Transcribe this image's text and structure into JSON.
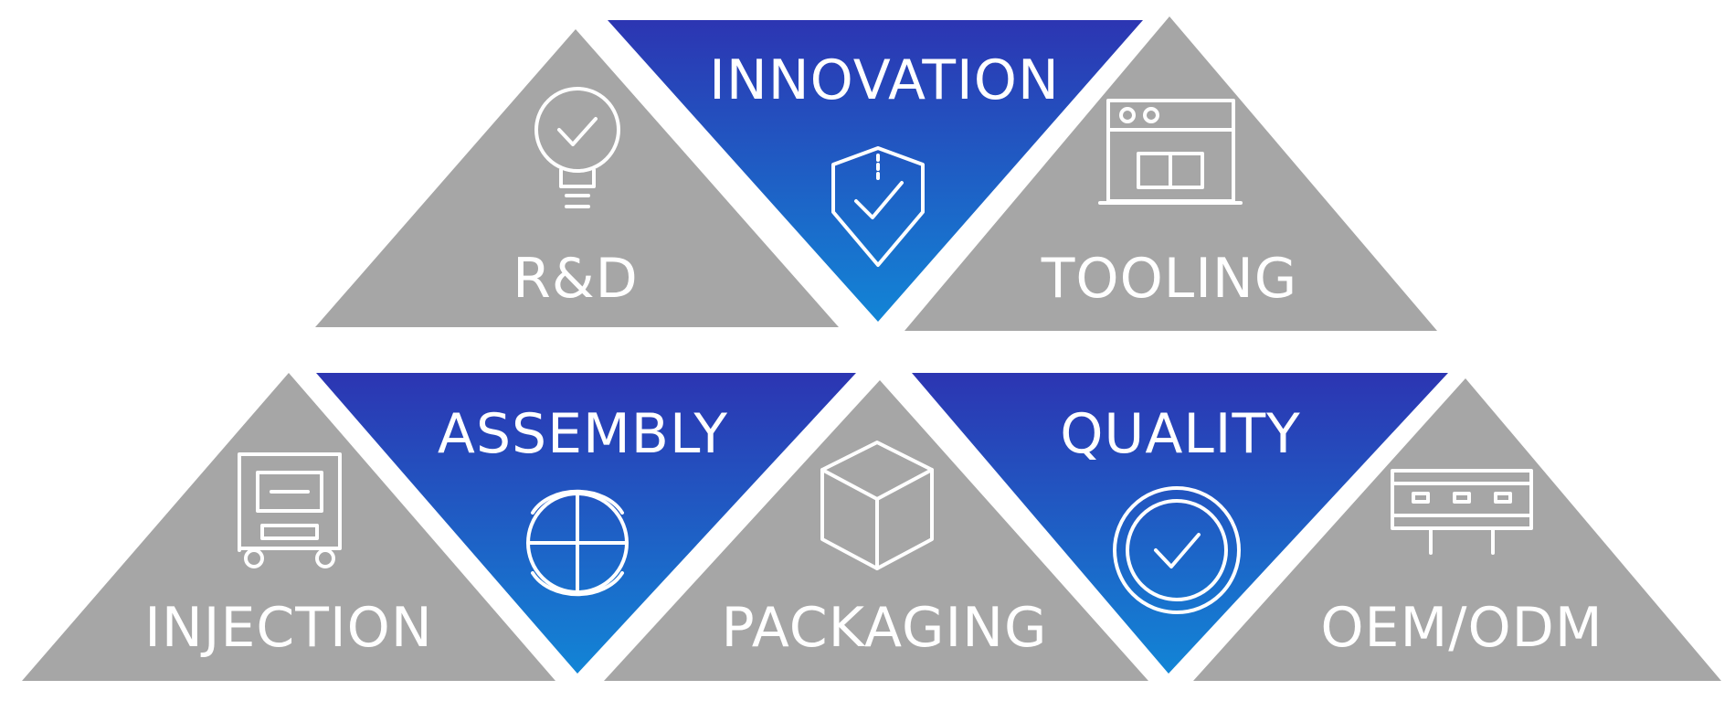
{
  "colors": {
    "gray": "#a6a6a6",
    "blue_top": "#2c35b2",
    "blue_bottom": "#1285d6",
    "icon": "#ffffff"
  },
  "row1": {
    "rd": {
      "label": "R&D",
      "icon": "lightbulb-check-icon"
    },
    "innovation": {
      "label": "INNOVATION",
      "icon": "shield-check-icon"
    },
    "tooling": {
      "label": "TOOLING",
      "icon": "window-icon"
    }
  },
  "row2": {
    "injection": {
      "label": "INJECTION",
      "icon": "machine-cart-icon"
    },
    "assembly": {
      "label": "ASSEMBLY",
      "icon": "assembly-circle-icon"
    },
    "packaging": {
      "label": "PACKAGING",
      "icon": "box-icon"
    },
    "quality": {
      "label": "QUALITY",
      "icon": "badge-check-icon"
    },
    "oem_odm": {
      "label": "OEM/ODM",
      "icon": "server-rack-icon"
    }
  }
}
